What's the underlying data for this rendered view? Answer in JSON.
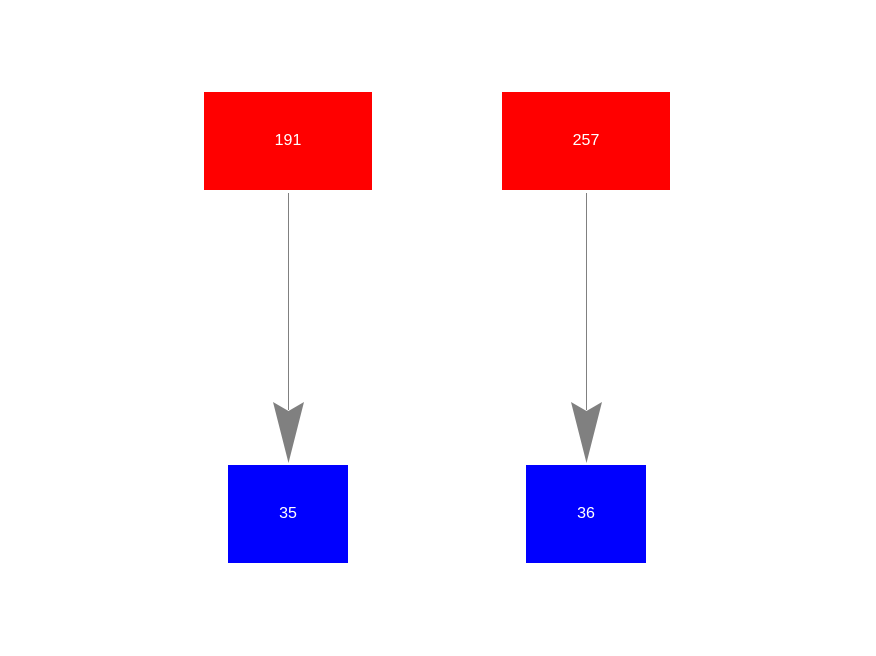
{
  "nodes": [
    {
      "id": "n1",
      "label": "191",
      "color": "#ff0000"
    },
    {
      "id": "n2",
      "label": "257",
      "color": "#ff0000"
    },
    {
      "id": "n3",
      "label": "35",
      "color": "#0000ff"
    },
    {
      "id": "n4",
      "label": "36",
      "color": "#0000ff"
    }
  ],
  "edges": [
    {
      "from": "n1",
      "to": "n3"
    },
    {
      "from": "n2",
      "to": "n4"
    }
  ],
  "edge_color": "#808080"
}
